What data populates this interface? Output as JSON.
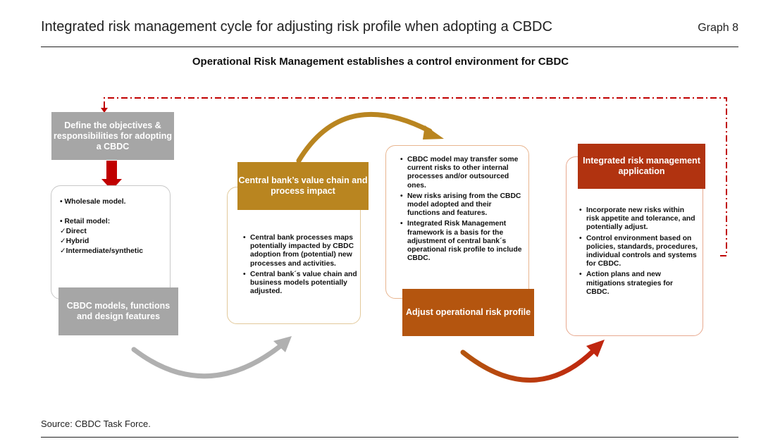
{
  "header": {
    "title": "Integrated risk management cycle for adjusting risk profile when adopting a CBDC",
    "graph_label": "Graph 8"
  },
  "subtitle": "Operational Risk Management establishes a control environment for CBDC",
  "colors": {
    "grey_box": "#a6a6a6",
    "gold_box": "#b98520",
    "orange_box": "#b4550f",
    "rust_box": "#b13310",
    "down_arrow": "#c00000",
    "feedback_line": "#c00000"
  },
  "stages": {
    "define": {
      "label": "Define the objectives & responsibilities for adopting a CBDC"
    },
    "models": {
      "label": "CBDC models, functions and design features",
      "items": {
        "wholesale": "• Wholesale model.",
        "retail": "• Retail model:",
        "direct": "✓Direct",
        "hybrid": "✓Hybrid",
        "intermediate": "✓Intermediate/synthetic"
      }
    },
    "value_chain": {
      "label": "Central bank’s value chain and process impact",
      "bullets": [
        "Central bank processes maps potentially impacted by CBDC adoption from (potential) new processes and activities.",
        "Central bank´s value chain and business models potentially adjusted."
      ]
    },
    "adjust": {
      "label": "Adjust operational risk profile",
      "bullets": [
        "CBDC model may transfer some current risks to other internal processes and/or outsourced ones.",
        "New risks arising from the CBDC model adopted and their functions and features.",
        "Integrated Risk Management framework is a basis for the adjustment of central bank´s operational risk profile to include CBDC."
      ]
    },
    "irm": {
      "label": "Integrated risk management application",
      "bullets": [
        "Incorporate new risks within risk appetite and tolerance, and potentially adjust.",
        "Control environment based on policies, standards, procedures, individual controls and systems for CBDC.",
        "Action plans and new mitigations strategies for CBDC."
      ]
    }
  },
  "source": "Source: CBDC Task Force."
}
